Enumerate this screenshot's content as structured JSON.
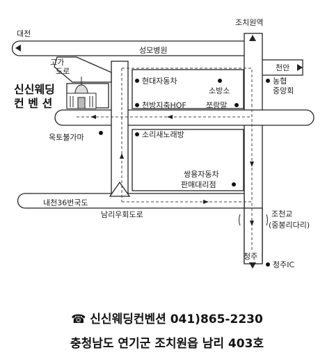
{
  "map": {
    "directions": {
      "daejeon": "대전",
      "jochiwon_station": "조치원역",
      "cheonan": "천안",
      "cheongju": "청주"
    },
    "roads": {
      "overpass": [
        "고가",
        "도로"
      ],
      "seongmo_hospital": "성모병원",
      "naecheon_36": "내천36번국도",
      "namriuhoe": "남리우회도로"
    },
    "bridge": {
      "name": "조천교",
      "alias": "(중봉리다리)"
    },
    "landmarks": [
      {
        "name": "현대자동차"
      },
      {
        "name": "소방소"
      },
      {
        "name": "천방지축HOF"
      },
      {
        "name": "쪼랑말"
      },
      {
        "name": "소리새노래방"
      },
      {
        "name": "옥토불가마"
      },
      {
        "name": "쌍용자동차"
      },
      {
        "name": "판매대리점"
      },
      {
        "name": "농협"
      },
      {
        "name": "중앙회"
      },
      {
        "name": "청주IC"
      }
    ],
    "venue": {
      "line1": "신신웨딩",
      "line2": "컨 벤 션"
    },
    "colors": {
      "road_fill": "#ffffff",
      "road_edge": "#222222",
      "route": "#444444"
    }
  },
  "footer": {
    "phone_icon": "telephone-icon",
    "phone_glyph": "☎",
    "phone_line": "신신웨딩컨벤션 041)865-2230",
    "address": "충청남도 연기군 조치원읍 남리 403호"
  }
}
